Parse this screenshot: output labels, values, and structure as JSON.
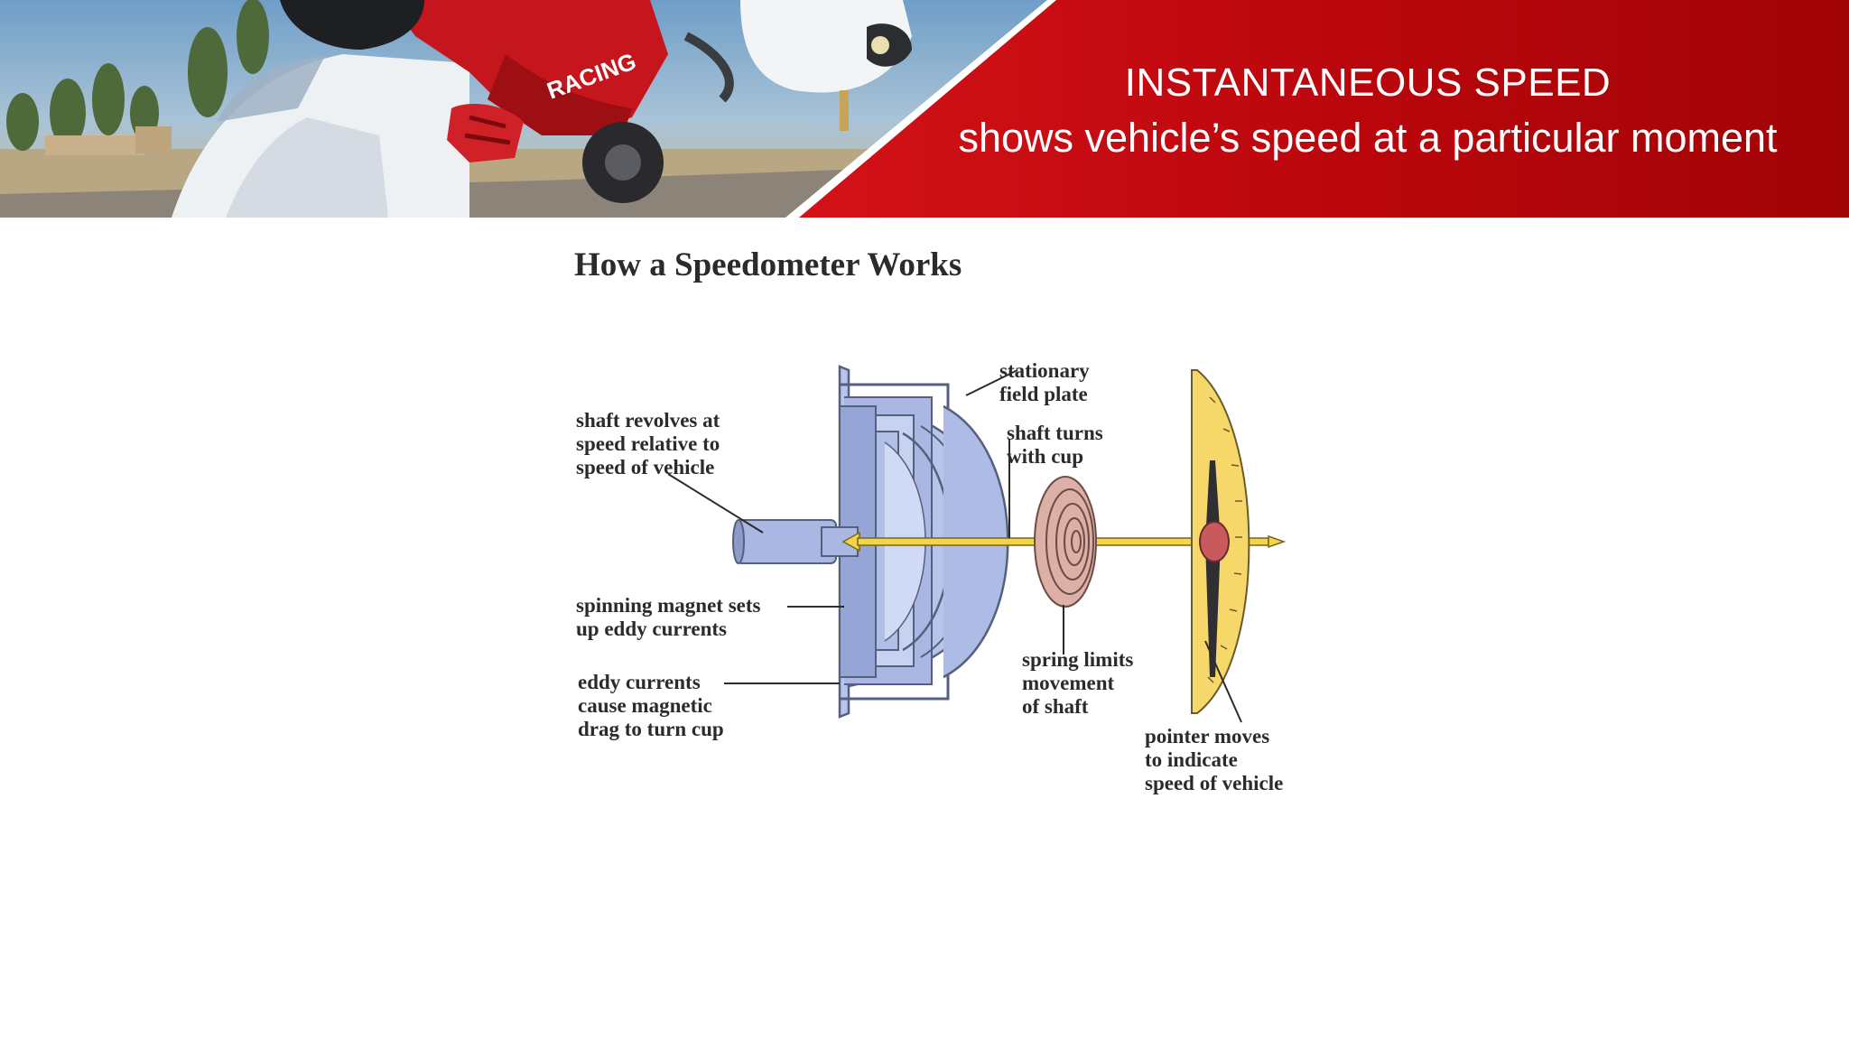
{
  "header": {
    "title": "INSTANTANEOUS SPEED",
    "subtitle": "shows vehicle’s speed at a particular moment",
    "photo_icon": "motorcycle-rider-photo",
    "colors": {
      "band": "#c10a0e",
      "band_dark": "#8e0408"
    }
  },
  "figure": {
    "title": "How a Speedometer Works",
    "callouts": {
      "shaft_revolves": "shaft revolves at\nspeed relative to\nspeed of vehicle",
      "spinning_magnet": "spinning magnet sets\nup eddy currents",
      "eddy_currents": "eddy currents\ncause magnetic\ndrag to turn cup",
      "stationary_plate": "stationary\nfield plate",
      "shaft_turns": "shaft turns\nwith cup",
      "spring_limits": "spring limits\nmovement\nof shaft",
      "pointer_moves": "pointer moves\nto indicate\nspeed of vehicle"
    },
    "colors": {
      "magnet": "#a9b7e2",
      "shaft": "#f2d64a",
      "spring": "#d8a9a0",
      "dial": "#f6d86a"
    }
  }
}
